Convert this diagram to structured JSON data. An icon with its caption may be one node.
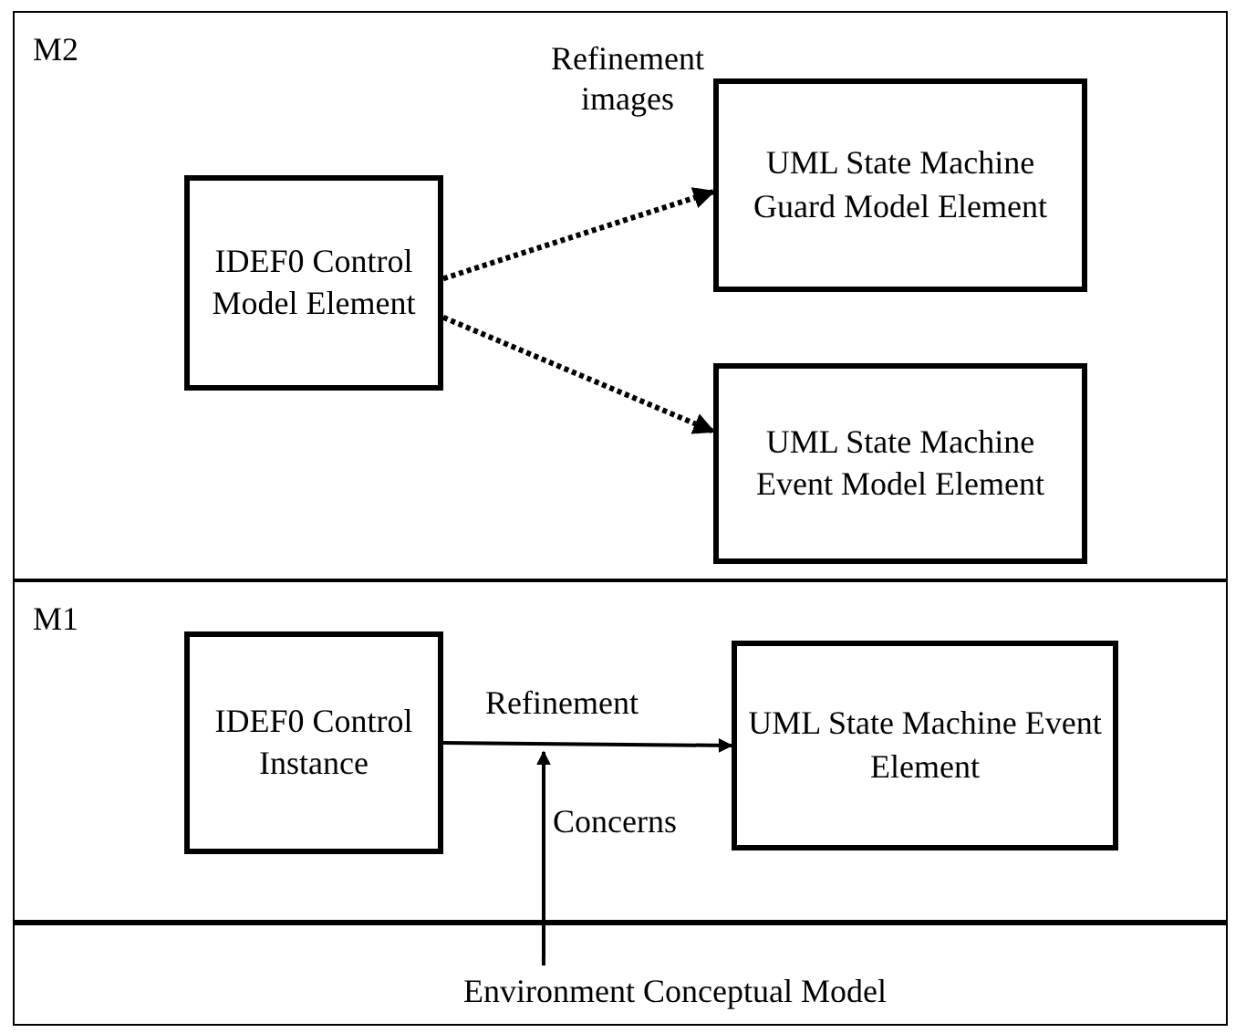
{
  "diagram": {
    "nodes": [
      {
        "text": [
          "M2"
        ]
      },
      {
        "text": [
          "IDEF0 Control Model Element"
        ],
        "in": 0
      },
      {
        "text": [
          "UML State Machine Guard Model Element"
        ],
        "in": 0
      },
      {
        "text": [
          "UML State Machine Event Model Element"
        ],
        "in": 0
      },
      {
        "text": [
          "M1"
        ]
      },
      {
        "text": [
          "IDEF0 Control Instance"
        ],
        "in": 4
      },
      {
        "text": [
          "UML State Machine Event Element"
        ],
        "in": 4
      },
      {
        "text": [
          "Environment Conceptual Model"
        ]
      }
    ],
    "edges": [
      {
        "from": 1,
        "to": 2,
        "arrow": "to",
        "style": "dashed",
        "label": "Refinement images"
      },
      {
        "from": 1,
        "to": 3,
        "arrow": "to",
        "style": "dashed"
      },
      {
        "from": 5,
        "to": 6,
        "arrow": "to",
        "label": "Refinement"
      },
      {
        "from": 7,
        "to": null,
        "arrow": "to",
        "label": "Concerns"
      }
    ]
  }
}
